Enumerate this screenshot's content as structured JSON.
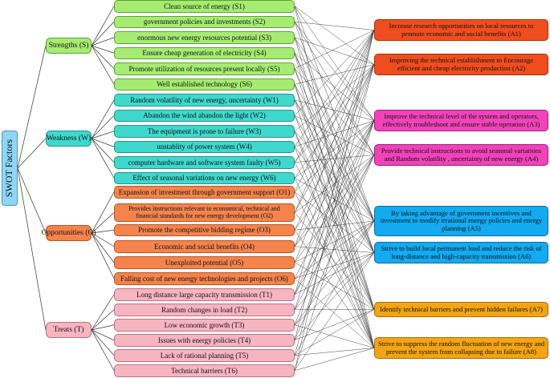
{
  "root": {
    "label": "SWOT Factors",
    "color": "#8fd6f5"
  },
  "categories": [
    {
      "id": "S",
      "label": "Strengths (S)",
      "color": "#a6ec72"
    },
    {
      "id": "W",
      "label": "Weakness (W)",
      "color": "#3fd8cd"
    },
    {
      "id": "O",
      "label": "Opportunities (O)",
      "color": "#f4844c"
    },
    {
      "id": "T",
      "label": "Treats (T)",
      "color": "#f7b4c1"
    }
  ],
  "factors": {
    "S": [
      "Clean source of energy (S1)",
      "government policies and investments (S2)",
      "enormous new energy resources potential (S3)",
      "Ensure cheap generation of electricity (S4)",
      "Promote utilization of resources present locally (S5)",
      "Well established technology (S6)"
    ],
    "W": [
      "Random volatility of new energy, uncertainty (W1)",
      "Abandon the wind abandon the light (W2)",
      "The equipment is prone to failure (W3)",
      "unstablity of power system (W4)",
      "computer hardware and software system faulty (W5)",
      "Effect of seasonal variations on new energy (W6)"
    ],
    "O": [
      "Expansion of investment through government support (O1)",
      "Provides instructions relevant to economical, technical and financial standards for new energy development (O2)",
      "Promote the competitive bidding regime (O3)",
      "Economic and social benefits (O4)",
      "Unexploited potential (O5)",
      "Falling cost of new energy technologies and projects (O6)"
    ],
    "T": [
      "Long distance large capacity transmission (T1)",
      "Random changes in load (T2)",
      "Low economic growth (T3)",
      "Issues with energy policies (T4)",
      "Lack of rational planning (T5)",
      "Technical barriers (T6)"
    ]
  },
  "actions": [
    {
      "label": "Increase research opportunities on local resources to promote economic and social benefits (A1)",
      "color": "#f04d1f"
    },
    {
      "label": "Improving the technical establishment to Encourage efficient  and cheap electricity production (A2)",
      "color": "#f04d1f"
    },
    {
      "label": "Improve the technical level of the system and operators, effectively troubleshoot and ensure stable operation (A3)",
      "color": "#f043ba"
    },
    {
      "label": "Provide technical instructions to avoid seasonal variations and  Random volatility , uncertainty of new energy (A4)",
      "color": "#f043ba"
    },
    {
      "label": "By taking advantage of government incentives and investment to modify irrational energy policies and energy planning (A5)",
      "color": "#12aaf0"
    },
    {
      "label": "Strive to build local permanent load and reduce the risk of long-distance and high-capacity transmission (A6)",
      "color": "#12aaf0"
    },
    {
      "label": "Identify technical barriers and prevent hidden failures (A7)",
      "color": "#f2a412"
    },
    {
      "label": "Strive to suppress the random fluctuation of new energy and prevent the system from collapsing due to failure (A8)",
      "color": "#f2a412"
    }
  ],
  "link_color": "#333333"
}
